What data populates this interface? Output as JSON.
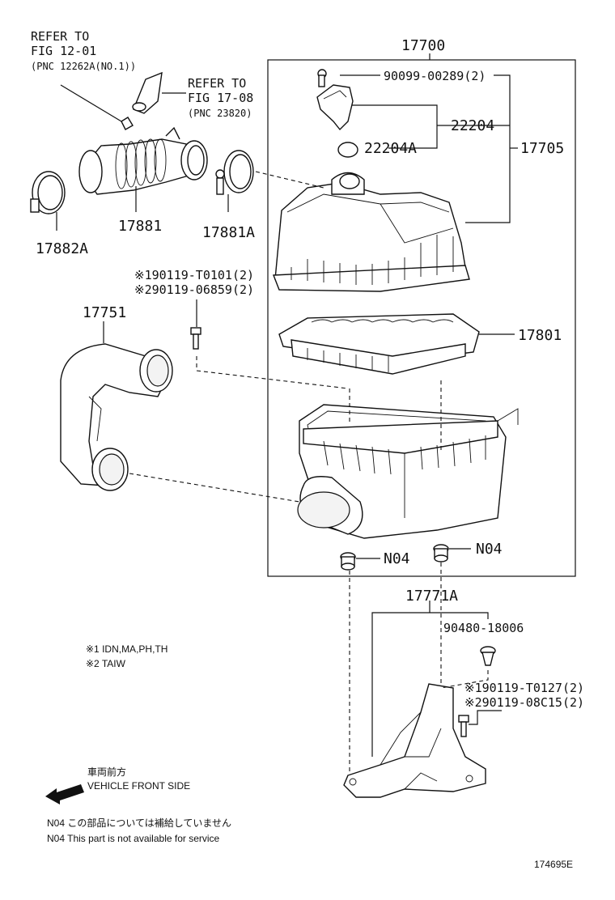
{
  "refs": {
    "ref1": {
      "line1": "REFER TO",
      "line2": "FIG 12-01",
      "line3": "(PNC 12262A(NO.1))"
    },
    "ref2": {
      "line1": "REFER TO",
      "line2": "FIG 17-08",
      "line3": "(PNC 23820)"
    }
  },
  "parts": {
    "p17700": "17700",
    "p90099": "90099-00289(2)",
    "p22204": "22204",
    "p22204A": "22204A",
    "p17705": "17705",
    "p17881": "17881",
    "p17881A": "17881A",
    "p17882A": "17882A",
    "p90119a1": "※190119-T0101(2)",
    "p90119a2": "※290119-06859(2)",
    "p17751": "17751",
    "p17801": "17801",
    "pN04a": "N04",
    "pN04b": "N04",
    "p17771A": "17771A",
    "p90480": "90480-18006",
    "p90119b1": "※190119-T0127(2)",
    "p90119b2": "※290119-08C15(2)"
  },
  "notes": {
    "note1": "※1  IDN,MA,PH,TH",
    "note2": "※2  TAIW",
    "front_jp": "車両前方",
    "front_en": "VEHICLE FRONT SIDE",
    "n04_jp": "N04  この部品については補給していません",
    "n04_en": "N04  This part is not available for service"
  },
  "figure_id": "174695E"
}
